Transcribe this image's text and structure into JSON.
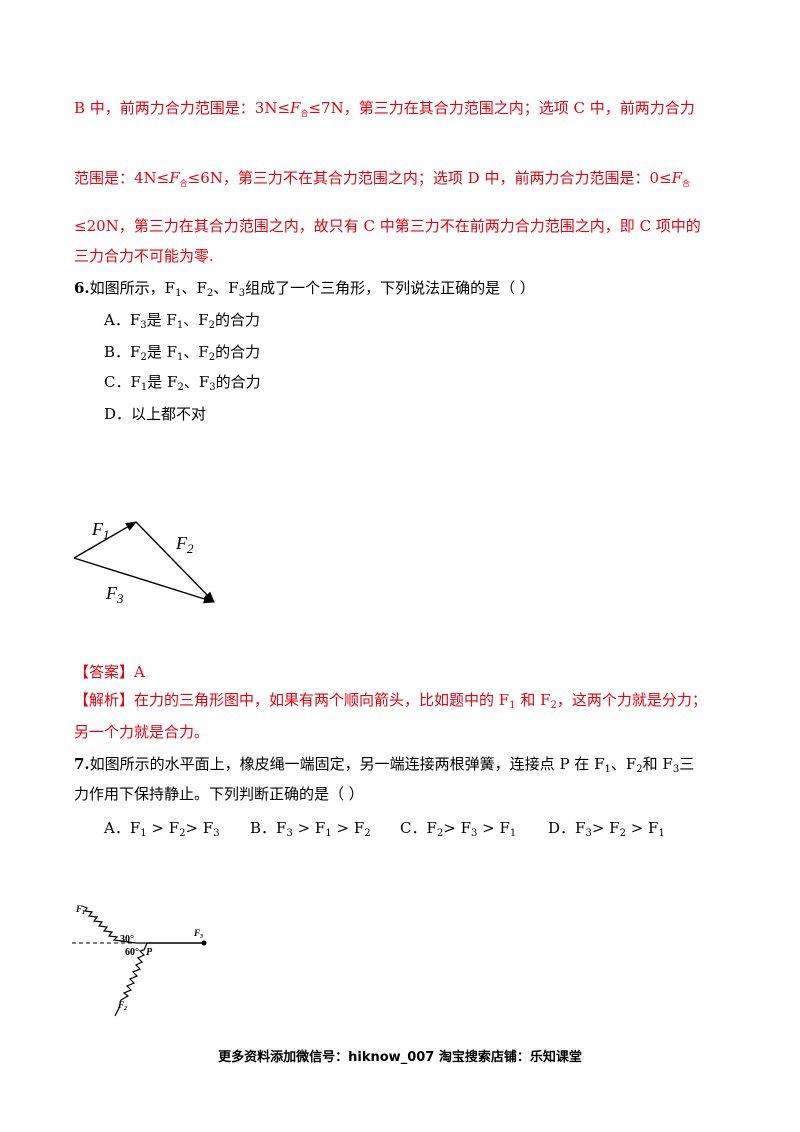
{
  "solution5": {
    "line1a": "B 中，前两力合力范围是：3N≤",
    "line1b": "≤7N，第三力在其合力范围之内；选项 C 中，前两力合力",
    "line2a": "范围是：4N≤",
    "line2b": "≤6N，第三力不在其合力范围之内；选项 D 中，前两力合力范围是：0≤",
    "line3": "≤20N，第三力在其合力范围之内，故只有 C 中第三力不在前两力合力范围之内，即 C 项中的",
    "line4": "三力合力不可能为零."
  },
  "fhe": {
    "letter": "F",
    "sub": "合"
  },
  "q6": {
    "number": "6.",
    "stem_a": "如图所示，F",
    "stem_b": "、F",
    "stem_c": "、F",
    "stem_d": "组成了一个三角形，下列说法正确的是（      ）",
    "sub1": "1",
    "sub2": "2",
    "sub3": "3",
    "options": [
      {
        "a": "A．F",
        "s1": "3",
        "b": "是 F",
        "s2": "1",
        "c": "、F",
        "s3": "2",
        "d": "的合力"
      },
      {
        "a": "B．F",
        "s1": "2",
        "b": "是 F",
        "s2": "1",
        "c": "、F",
        "s3": "2",
        "d": "的合力"
      },
      {
        "a": "C．F",
        "s1": "1",
        "b": "是 F",
        "s2": "2",
        "c": "、F",
        "s3": "3",
        "d": "的合力"
      },
      {
        "a": "D．以上都不对"
      }
    ],
    "fig": {
      "l1": "F",
      "s1": "1",
      "l2": "F",
      "s2": "2",
      "l3": "F",
      "s3": "3"
    },
    "answer_label": "【答案】",
    "answer": "A",
    "analysis_label": "【解析】",
    "analysis_a": "在力的三角形图中，如果有两个顺向箭头，比如题中的 F",
    "analysis_s1": "1",
    "analysis_b": " 和 F",
    "analysis_s2": "2",
    "analysis_c": "，这两个力就是分力；",
    "analysis_line2": "另一个力就是合力。"
  },
  "q7": {
    "number": "7.",
    "stem_a": "如图所示的水平面上，橡皮绳一端固定，另一端连接两根弹簧，连接点 P 在 F",
    "stem_b": "、F",
    "stem_c": "和 F",
    "stem_d": "三",
    "sub1": "1",
    "sub2": "2",
    "sub3": "3",
    "stem_line2": "力作用下保持静止。下列判断正确的是（      ）",
    "options": [
      {
        "label": "A．",
        "v": [
          [
            "F",
            "1"
          ],
          [
            " > F",
            "2"
          ],
          [
            "> F",
            "3"
          ]
        ]
      },
      {
        "label": "B．",
        "v": [
          [
            "F",
            "3"
          ],
          [
            " > F",
            "1"
          ],
          [
            " > F",
            "2"
          ]
        ]
      },
      {
        "label": "C．",
        "v": [
          [
            "F",
            "2"
          ],
          [
            "> F",
            "3"
          ],
          [
            " > F",
            "1"
          ]
        ]
      },
      {
        "label": "D．",
        "v": [
          [
            "F",
            "3"
          ],
          [
            "> F",
            "2"
          ],
          [
            " > F",
            "1"
          ]
        ]
      }
    ],
    "fig": {
      "f1": "F",
      "f1s": "1",
      "f2": "F",
      "f2s": "2",
      "f3": "F",
      "f3s": "3",
      "ang1": "30°",
      "ang2": "60°",
      "p": "P"
    }
  },
  "footer": "更多资料添加微信号：hiknow_007 淘宝搜索店铺：乐知课堂",
  "colors": {
    "red": "#e60012",
    "black": "#000000"
  }
}
